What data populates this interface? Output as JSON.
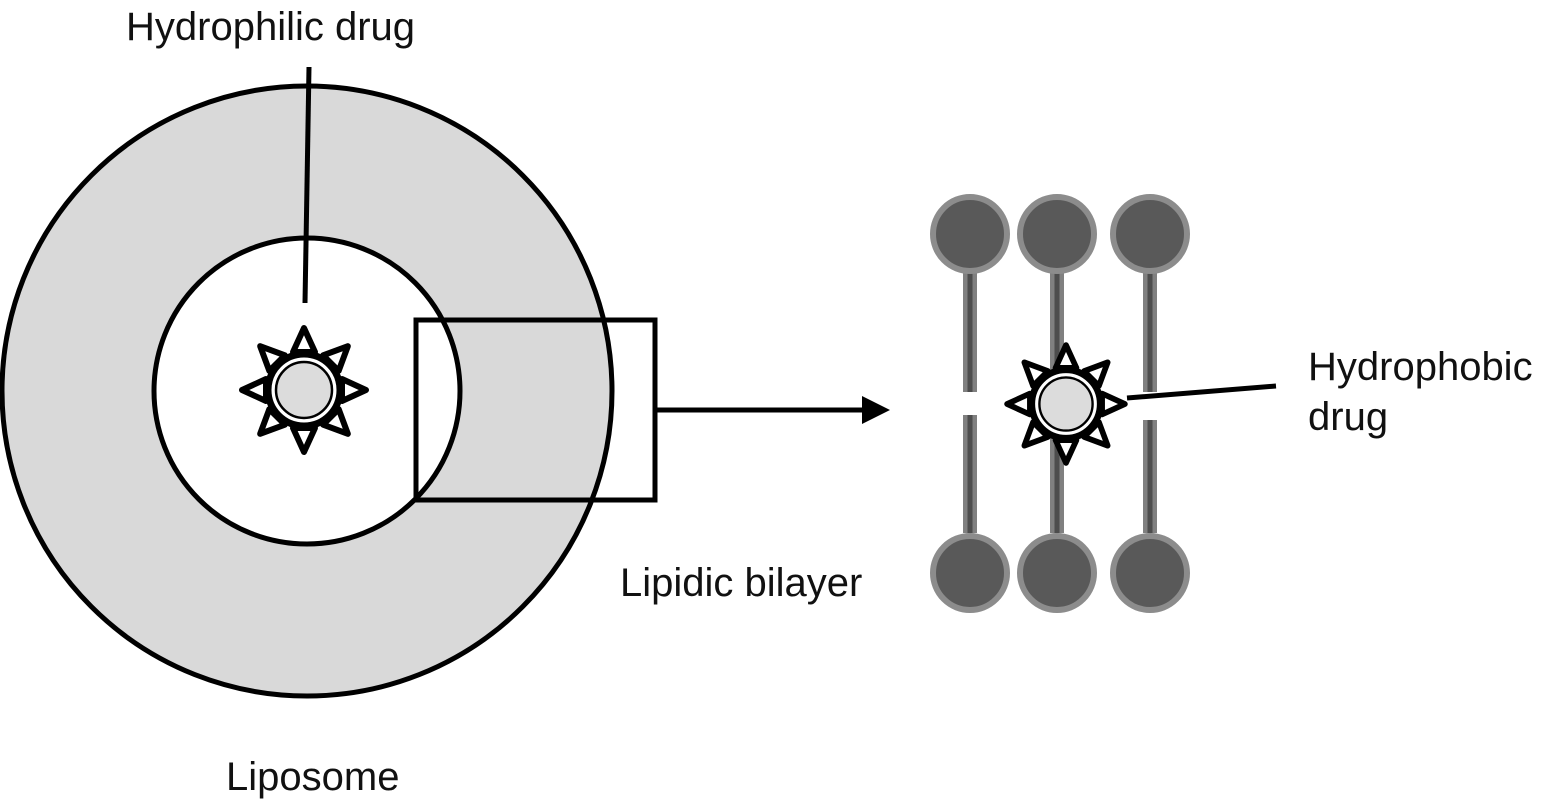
{
  "labels": {
    "hydrophilic_drug": "Hydrophilic drug",
    "liposome": "Liposome",
    "lipidic_bilayer": "Lipidic bilayer",
    "hydrophobic_drug_line1": "Hydrophobic",
    "hydrophobic_drug_line2": "drug"
  },
  "colors": {
    "outline": "#000000",
    "bilayer_fill": "#d9d9d9",
    "drug_core": "#dcdcdc",
    "lipid_head": "#595959",
    "lipid_head_ring": "#8c8c8c",
    "lipid_tail": "#808080",
    "lipid_tail_core": "#4d4d4d"
  },
  "icons": {
    "drug": "star-drug-icon",
    "lipid": "phospholipid-icon",
    "arrow": "arrow-right-icon"
  }
}
